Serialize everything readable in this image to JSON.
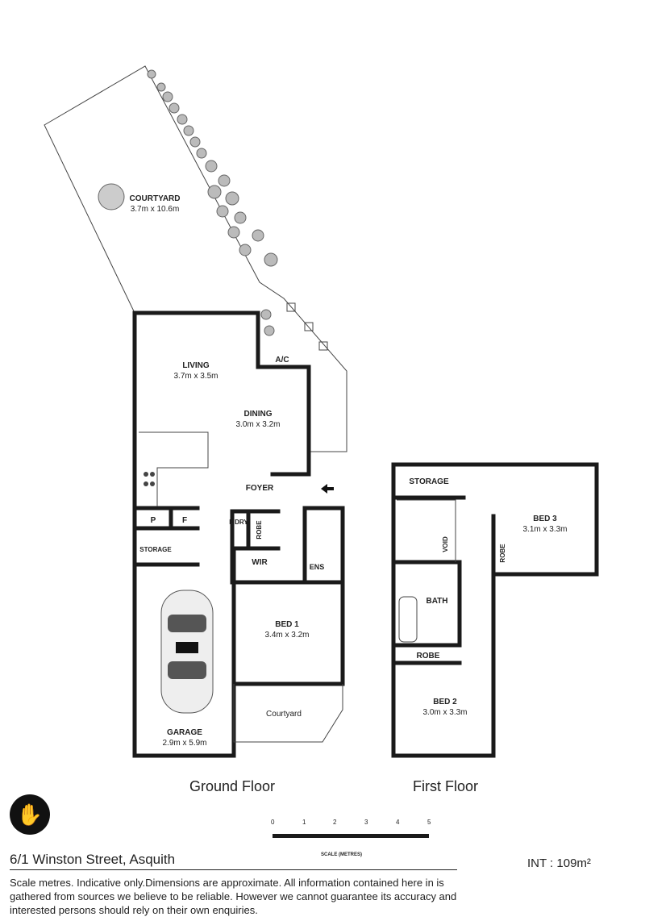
{
  "rooms": {
    "courtyard_top": {
      "name": "COURTYARD",
      "dim": "3.7m x 10.6m"
    },
    "living": {
      "name": "LIVING",
      "dim": "3.7m x 3.5m"
    },
    "dining": {
      "name": "DINING",
      "dim": "3.0m x 3.2m"
    },
    "foyer": {
      "name": "FOYER"
    },
    "ac": {
      "name": "A/C"
    },
    "pantry": {
      "name": "P"
    },
    "fridge": {
      "name": "F"
    },
    "laundry": {
      "name": "L'DRY"
    },
    "robe_ground": {
      "name": "ROBE"
    },
    "storage_ground": {
      "name": "STORAGE"
    },
    "wir": {
      "name": "WIR"
    },
    "ensuite": {
      "name": "ENS"
    },
    "bed1": {
      "name": "BED 1",
      "dim": "3.4m x 3.2m"
    },
    "garage": {
      "name": "GARAGE",
      "dim": "2.9m x 5.9m"
    },
    "courtyard_bottom": {
      "name": "Courtyard"
    },
    "storage_first": {
      "name": "STORAGE"
    },
    "void": {
      "name": "VOID"
    },
    "bed3": {
      "name": "BED 3",
      "dim": "3.1m x 3.3m"
    },
    "robe_bed3": {
      "name": "ROBE"
    },
    "bath": {
      "name": "BATH"
    },
    "robe_bed2": {
      "name": "ROBE"
    },
    "bed2": {
      "name": "BED 2",
      "dim": "3.0m x 3.3m"
    }
  },
  "floors": {
    "ground": "Ground Floor",
    "first": "First Floor"
  },
  "scale": {
    "ticks": [
      "0",
      "1",
      "2",
      "3",
      "4",
      "5"
    ],
    "label": "SCALE (METRES)"
  },
  "address": "6/1 Winston Street, Asquith",
  "area": "INT : 109m²",
  "disclaimer": "Scale metres. Indicative only.Dimensions are approximate. All information contained here in is gathered from sources we believe to be reliable. However we cannot guarantee its accuracy and interested persons should rely on their own enquiries.",
  "logo_icon": "hand-logo-icon"
}
